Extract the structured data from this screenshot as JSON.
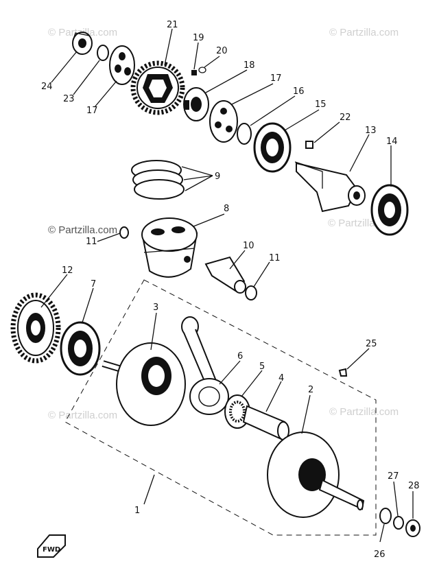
{
  "watermark": "© Partzilla.com",
  "parts": [
    {
      "id": "p1",
      "label": "1"
    },
    {
      "id": "p2",
      "label": "2"
    },
    {
      "id": "p3",
      "label": "3"
    },
    {
      "id": "p4",
      "label": "4"
    },
    {
      "id": "p5",
      "label": "5"
    },
    {
      "id": "p6",
      "label": "6"
    },
    {
      "id": "p7",
      "label": "7"
    },
    {
      "id": "p8",
      "label": "8"
    },
    {
      "id": "p9",
      "label": "9"
    },
    {
      "id": "p10",
      "label": "10"
    },
    {
      "id": "p11a",
      "label": "11"
    },
    {
      "id": "p11b",
      "label": "11"
    },
    {
      "id": "p12",
      "label": "12"
    },
    {
      "id": "p13",
      "label": "13"
    },
    {
      "id": "p14",
      "label": "14"
    },
    {
      "id": "p15",
      "label": "15"
    },
    {
      "id": "p16",
      "label": "16"
    },
    {
      "id": "p17a",
      "label": "17"
    },
    {
      "id": "p17b",
      "label": "17"
    },
    {
      "id": "p18",
      "label": "18"
    },
    {
      "id": "p19",
      "label": "19"
    },
    {
      "id": "p20",
      "label": "20"
    },
    {
      "id": "p21",
      "label": "21"
    },
    {
      "id": "p22",
      "label": "22"
    },
    {
      "id": "p23",
      "label": "23"
    },
    {
      "id": "p24",
      "label": "24"
    },
    {
      "id": "p25",
      "label": "25"
    },
    {
      "id": "p26",
      "label": "26"
    },
    {
      "id": "p27",
      "label": "27"
    },
    {
      "id": "p28",
      "label": "28"
    }
  ],
  "fwd_label": "FWD"
}
